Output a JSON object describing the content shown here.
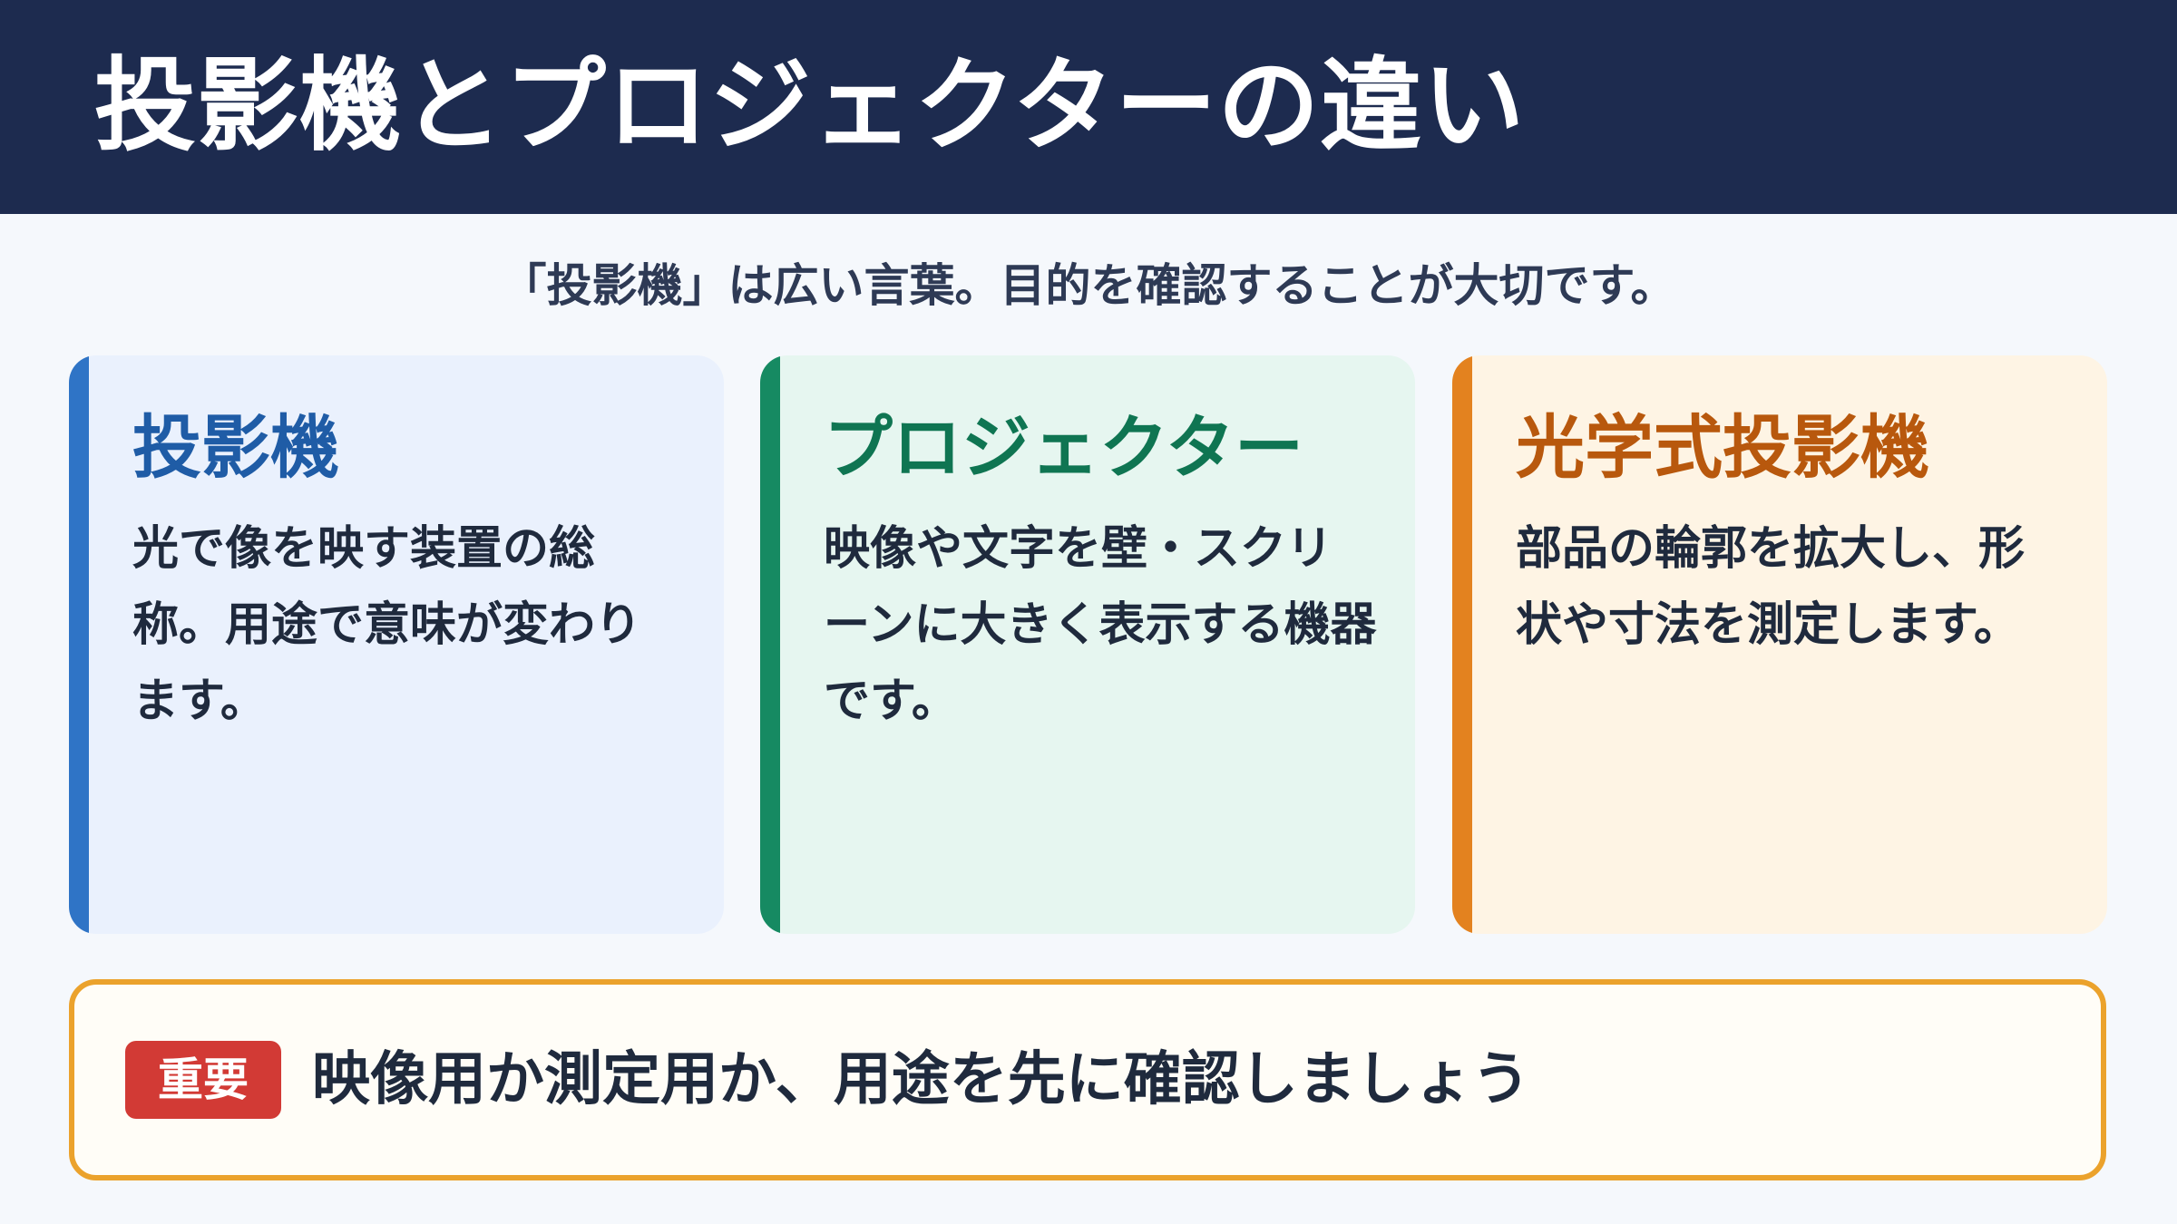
{
  "header": {
    "title": "投影機とプロジェクターの違い"
  },
  "subtitle": "「投影機」は広い言葉。目的を確認することが大切です。",
  "cards": [
    {
      "heading": "投影機",
      "body": "光で像を映す装置の総称。用途で意味が変わります。",
      "accent_color": "#2f74c6"
    },
    {
      "heading": "プロジェクター",
      "body": "映像や文字を壁・スクリーンに大きく表示する機器です。",
      "accent_color": "#168a62"
    },
    {
      "heading": "光学式投影機",
      "body": "部品の輪郭を拡大し、形状や寸法を測定します。",
      "accent_color": "#e3821f"
    }
  ],
  "note": {
    "badge": "重要",
    "text": "映像用か測定用か、用途を先に確認しましょう",
    "border_color": "#eba22c",
    "badge_color": "#d23a35"
  },
  "colors": {
    "header_bg": "#1d2b4f",
    "page_bg": "#f5f8fc"
  }
}
